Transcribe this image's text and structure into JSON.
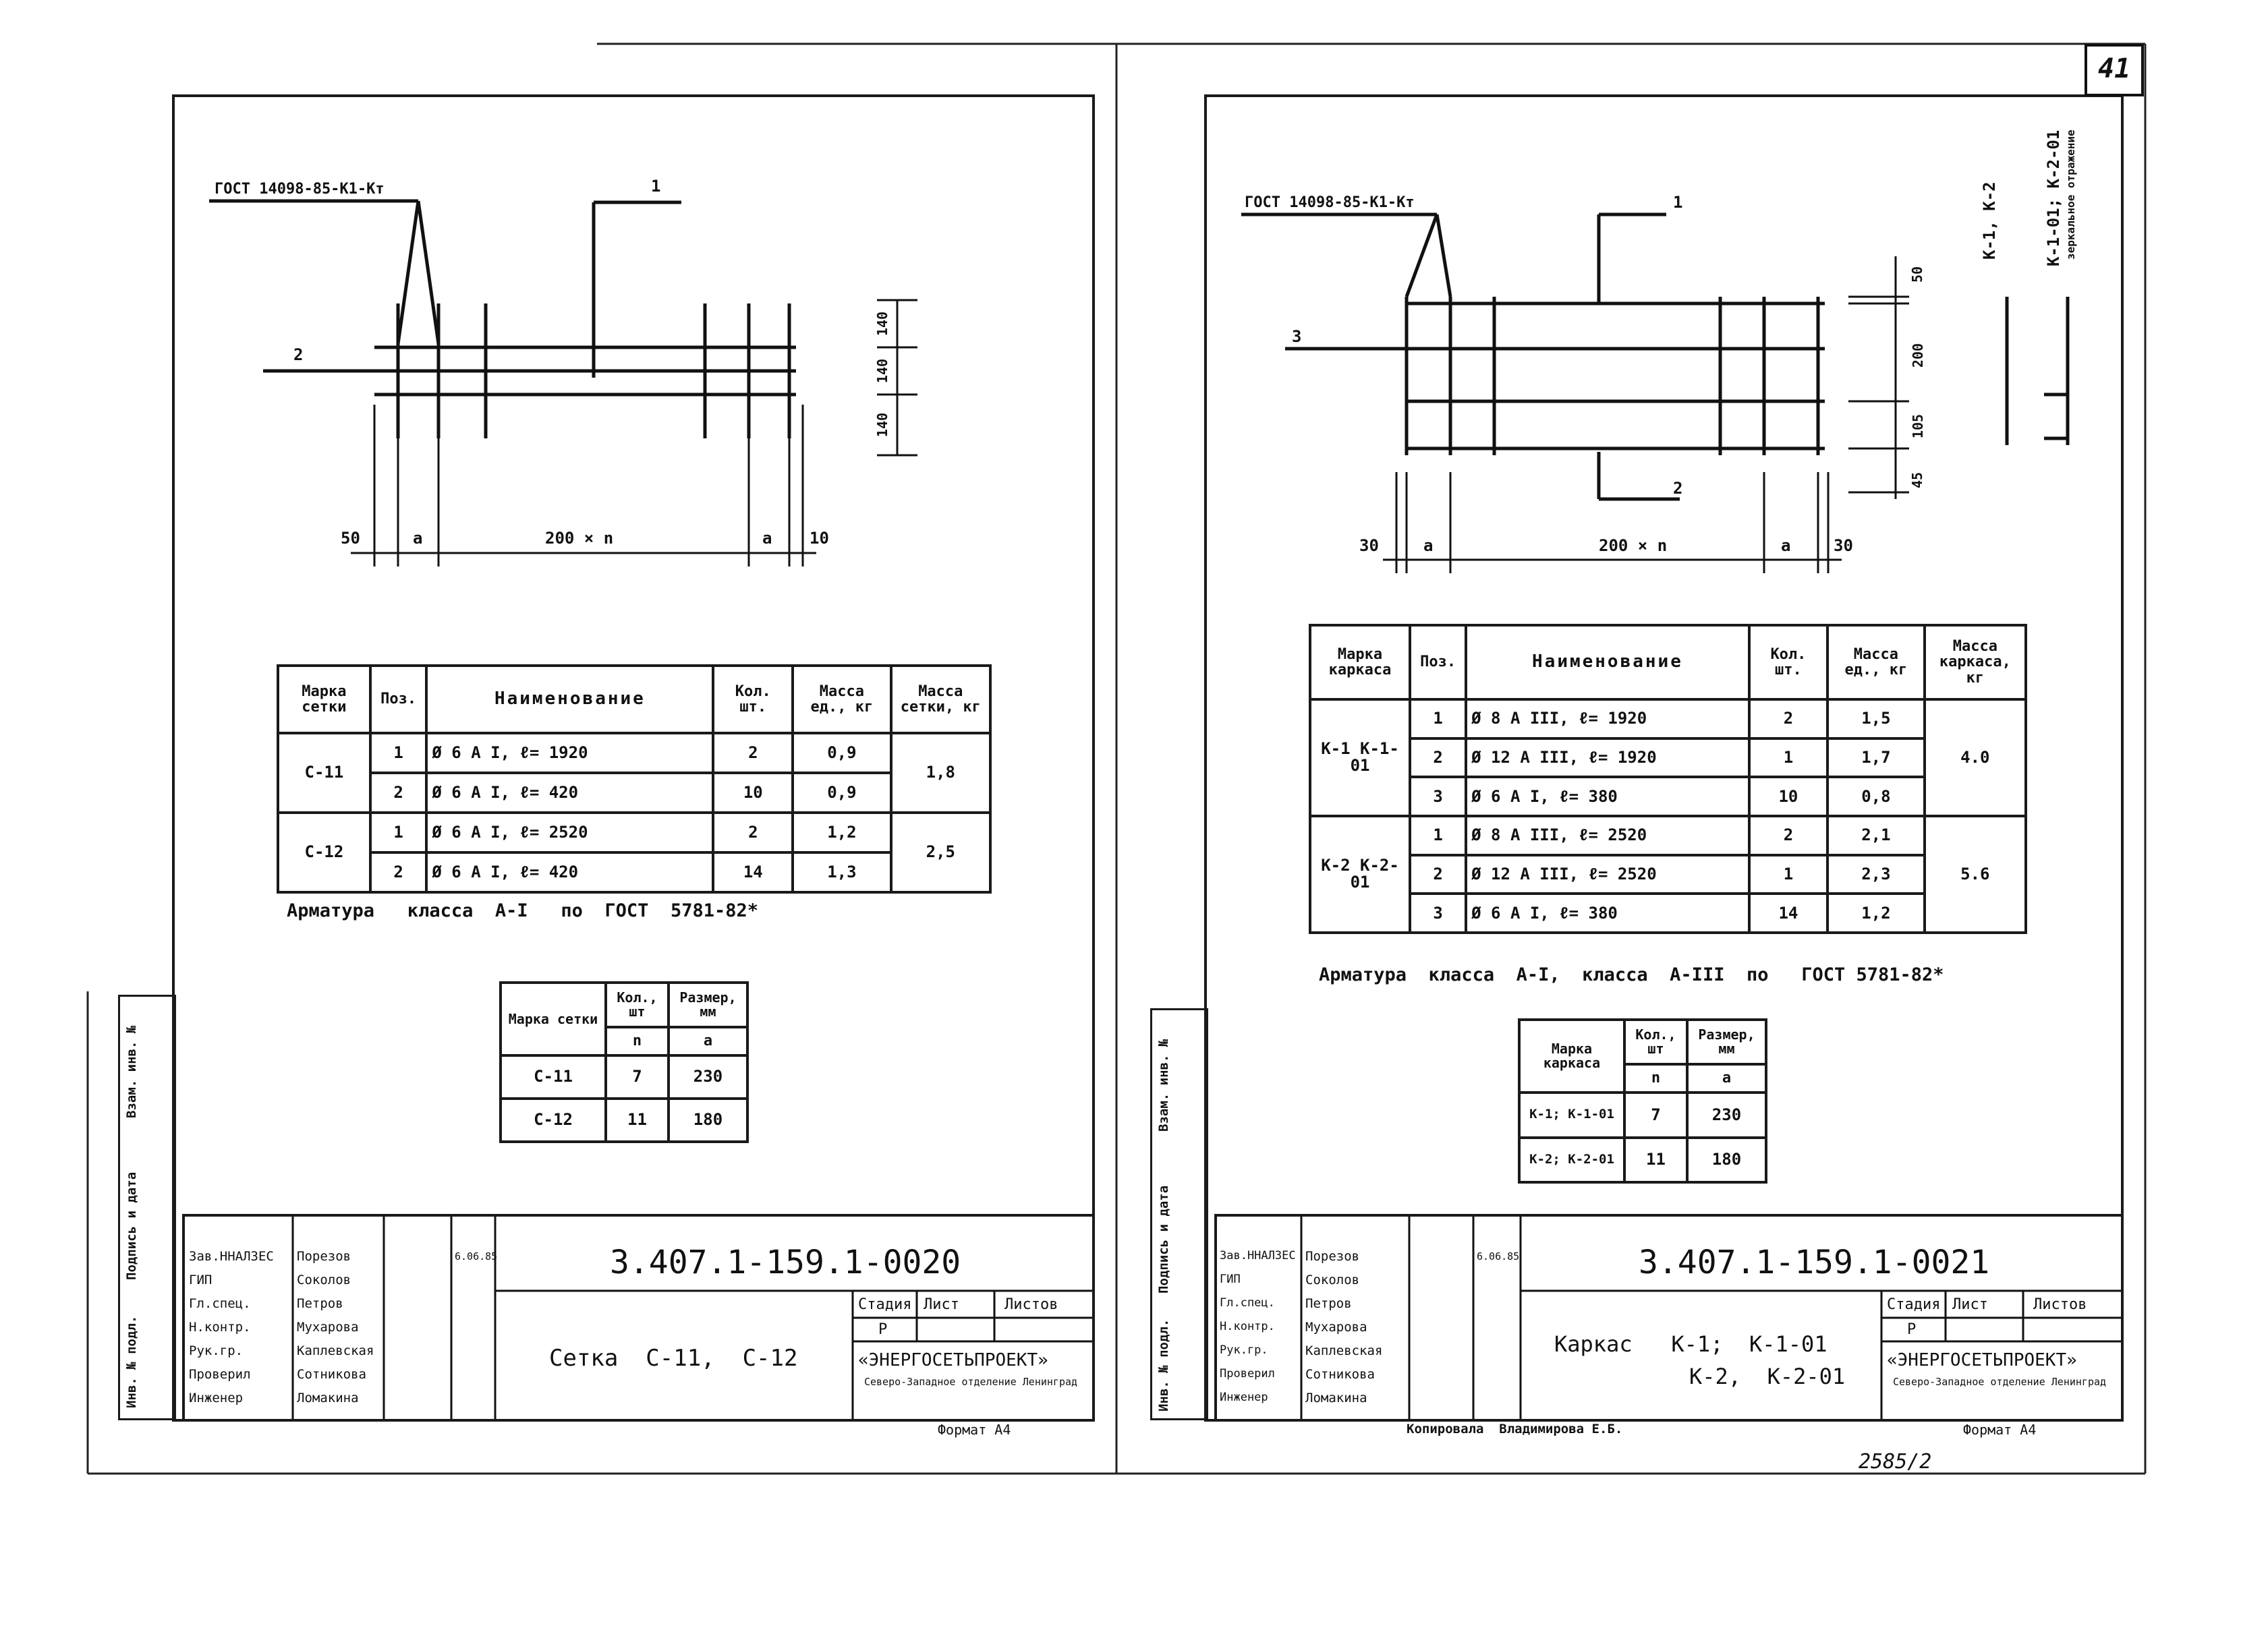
{
  "page_number": "41",
  "bottom_number": "2585/2",
  "left_sheet": {
    "gost_label": "ГОСТ 14098-85-К1-Кт",
    "pos_labels": {
      "p1": "1",
      "p2": "2"
    },
    "dims_vertical": [
      "140",
      "140",
      "140"
    ],
    "dims_horizontal": {
      "left": "50",
      "a1": "а",
      "middle": "200 × n",
      "a2": "а",
      "right": "10"
    },
    "spec_table": {
      "headers": {
        "mark": "Марка сетки",
        "pos": "Поз.",
        "name": "Наименование",
        "qty": "Кол. шт.",
        "mass_unit": "Масса ед., кг",
        "mass_total": "Масса сетки, кг"
      },
      "groups": [
        {
          "mark": "С-11",
          "mass_total": "1,8",
          "rows": [
            {
              "pos": "1",
              "name": "Ø 6 А I,  ℓ= 1920",
              "qty": "2",
              "mass": "0,9"
            },
            {
              "pos": "2",
              "name": "Ø 6 А I,  ℓ=  420",
              "qty": "10",
              "mass": "0,9"
            }
          ]
        },
        {
          "mark": "С-12",
          "mass_total": "2,5",
          "rows": [
            {
              "pos": "1",
              "name": "Ø 6 А I,  ℓ= 2520",
              "qty": "2",
              "mass": "1,2"
            },
            {
              "pos": "2",
              "name": "Ø 6 А I,  ℓ=  420",
              "qty": "14",
              "mass": "1,3"
            }
          ]
        }
      ]
    },
    "note": "Арматура   класса  А-I   по  ГОСТ  5781-82*",
    "size_table": {
      "headers": {
        "mark": "Марка сетки",
        "qty": "Кол., шт",
        "size": "Размер, мм",
        "n": "n",
        "a": "а"
      },
      "rows": [
        {
          "mark": "С-11",
          "n": "7",
          "a": "230"
        },
        {
          "mark": "С-12",
          "n": "11",
          "a": "180"
        }
      ]
    },
    "stamp": {
      "doc_number": "3.407.1-159.1-0020",
      "title": "Сетка  С-11,  С-12",
      "stage_label": "Стадия",
      "sheet_label": "Лист",
      "sheets_label": "Листов",
      "stage": "Р",
      "org": "«ЭНЕРГОСЕТЬПРОЕКТ»",
      "org_sub": "Северо-Западное отделение Ленинград",
      "date": "6.06.85",
      "people": [
        {
          "role": "Зав.ННАЛЗЕС",
          "name": "Порезов"
        },
        {
          "role": "ГИП",
          "name": "Соколов"
        },
        {
          "role": "Гл.спец.",
          "name": "Петров"
        },
        {
          "role": "Н.контр.",
          "name": "Мухарова"
        },
        {
          "role": "Рук.гр.",
          "name": "Каплевская"
        },
        {
          "role": "Проверил",
          "name": "Сотникова"
        },
        {
          "role": "Инженер",
          "name": "Ломакина"
        }
      ]
    },
    "format": "Формат А4"
  },
  "right_sheet": {
    "gost_label": "ГОСТ 14098-85-К1-Кт",
    "pos_labels": {
      "p1": "1",
      "p2": "2",
      "p3": "3"
    },
    "dims_vertical": [
      "50",
      "200",
      "105",
      "45"
    ],
    "dims_horizontal": {
      "left": "30",
      "a1": "а",
      "middle": "200 × n",
      "a2": "а",
      "right": "30"
    },
    "variant_labels": {
      "a": "К-1, К-2",
      "b": "К-1-01; К-2-01",
      "c": "зеркальное отражение"
    },
    "spec_table": {
      "headers": {
        "mark": "Марка каркаса",
        "pos": "Поз.",
        "name": "Наименование",
        "qty": "Кол. шт.",
        "mass_unit": "Масса ед., кг",
        "mass_total": "Масса каркаса, кг"
      },
      "groups": [
        {
          "mark": "К-1 К-1-01",
          "mass_total": "4.0",
          "rows": [
            {
              "pos": "1",
              "name": "Ø 8 А III,  ℓ= 1920",
              "qty": "2",
              "mass": "1,5"
            },
            {
              "pos": "2",
              "name": "Ø 12 А III,  ℓ= 1920",
              "qty": "1",
              "mass": "1,7"
            },
            {
              "pos": "3",
              "name": "Ø 6 А I,   ℓ=  380",
              "qty": "10",
              "mass": "0,8"
            }
          ]
        },
        {
          "mark": "К-2 К-2-01",
          "mass_total": "5.6",
          "rows": [
            {
              "pos": "1",
              "name": "Ø 8 А III,  ℓ= 2520",
              "qty": "2",
              "mass": "2,1"
            },
            {
              "pos": "2",
              "name": "Ø 12 А III,  ℓ= 2520",
              "qty": "1",
              "mass": "2,3"
            },
            {
              "pos": "3",
              "name": "Ø 6 А I,   ℓ=  380",
              "qty": "14",
              "mass": "1,2"
            }
          ]
        }
      ]
    },
    "note": "Арматура  класса  А-I,  класса  А-III  по   ГОСТ 5781-82*",
    "size_table": {
      "headers": {
        "mark": "Марка каркаса",
        "qty": "Кол., шт",
        "size": "Размер, мм",
        "n": "n",
        "a": "а"
      },
      "rows": [
        {
          "mark": "К-1; К-1-01",
          "n": "7",
          "a": "230"
        },
        {
          "mark": "К-2; К-2-01",
          "n": "11",
          "a": "180"
        }
      ]
    },
    "stamp": {
      "doc_number": "3.407.1-159.1-0021",
      "title_1": "Каркас   К-1;  К-1-01",
      "title_2": "К-2,  К-2-01",
      "stage_label": "Стадия",
      "sheet_label": "Лист",
      "sheets_label": "Листов",
      "stage": "Р",
      "org": "«ЭНЕРГОСЕТЬПРОЕКТ»",
      "org_sub": "Северо-Западное отделение Ленинград",
      "date": "6.06.85",
      "people": [
        {
          "role": "Зав.ННАЛЗЕС",
          "name": "Порезов"
        },
        {
          "role": "ГИП",
          "name": "Соколов"
        },
        {
          "role": "Гл.спец.",
          "name": "Петров"
        },
        {
          "role": "Н.контр.",
          "name": "Мухарова"
        },
        {
          "role": "Рук.гр.",
          "name": "Каплевская"
        },
        {
          "role": "Проверил",
          "name": "Сотникова"
        },
        {
          "role": "Инженер",
          "name": "Ломакина"
        }
      ]
    },
    "copied_by": "Копировала  Владимирова Е.Б.",
    "format": "Формат А4"
  },
  "side_labels": {
    "inv": "Инв. № подл.",
    "sign": "Подпись и дата",
    "swap": "Взам. инв. №"
  }
}
